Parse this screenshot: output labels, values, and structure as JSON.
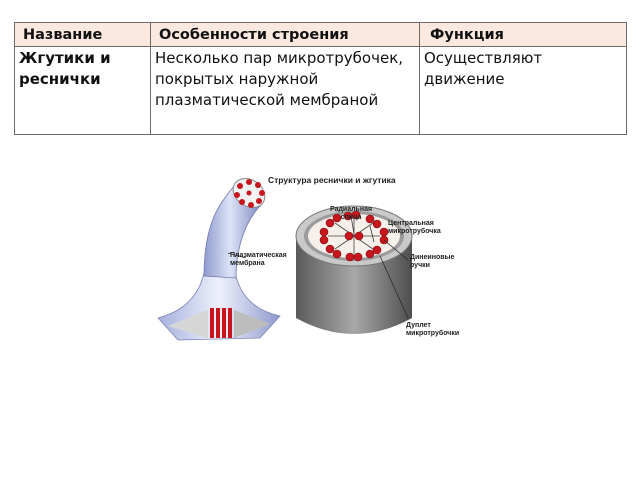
{
  "table": {
    "headers": [
      "Название",
      "Особенности строения",
      "Функция"
    ],
    "row": {
      "name": "Жгутики и реснички",
      "structure": "Несколько пар микротрубочек, покрытых наружной плазматической мембраной",
      "function": "Осуществляют движение"
    }
  },
  "figure": {
    "title": "Структура реснички и жгутика",
    "labels": {
      "membrane": "Плазматическая\nмембрана",
      "radial_spoke": "Радиальная\nспица",
      "central_microtubules": "Центральная\nмикротрубочка",
      "dynein_arms": "Динеиновые\nручки",
      "doublet": "Дуплет\nмикротрубочки"
    },
    "colors": {
      "tube": "#b9c3e6",
      "membrane_gray": "#8c8c8c",
      "microtubule_red": "#c8161e",
      "header_bg": "#fbe9df",
      "name_text": "#8a1538"
    }
  }
}
